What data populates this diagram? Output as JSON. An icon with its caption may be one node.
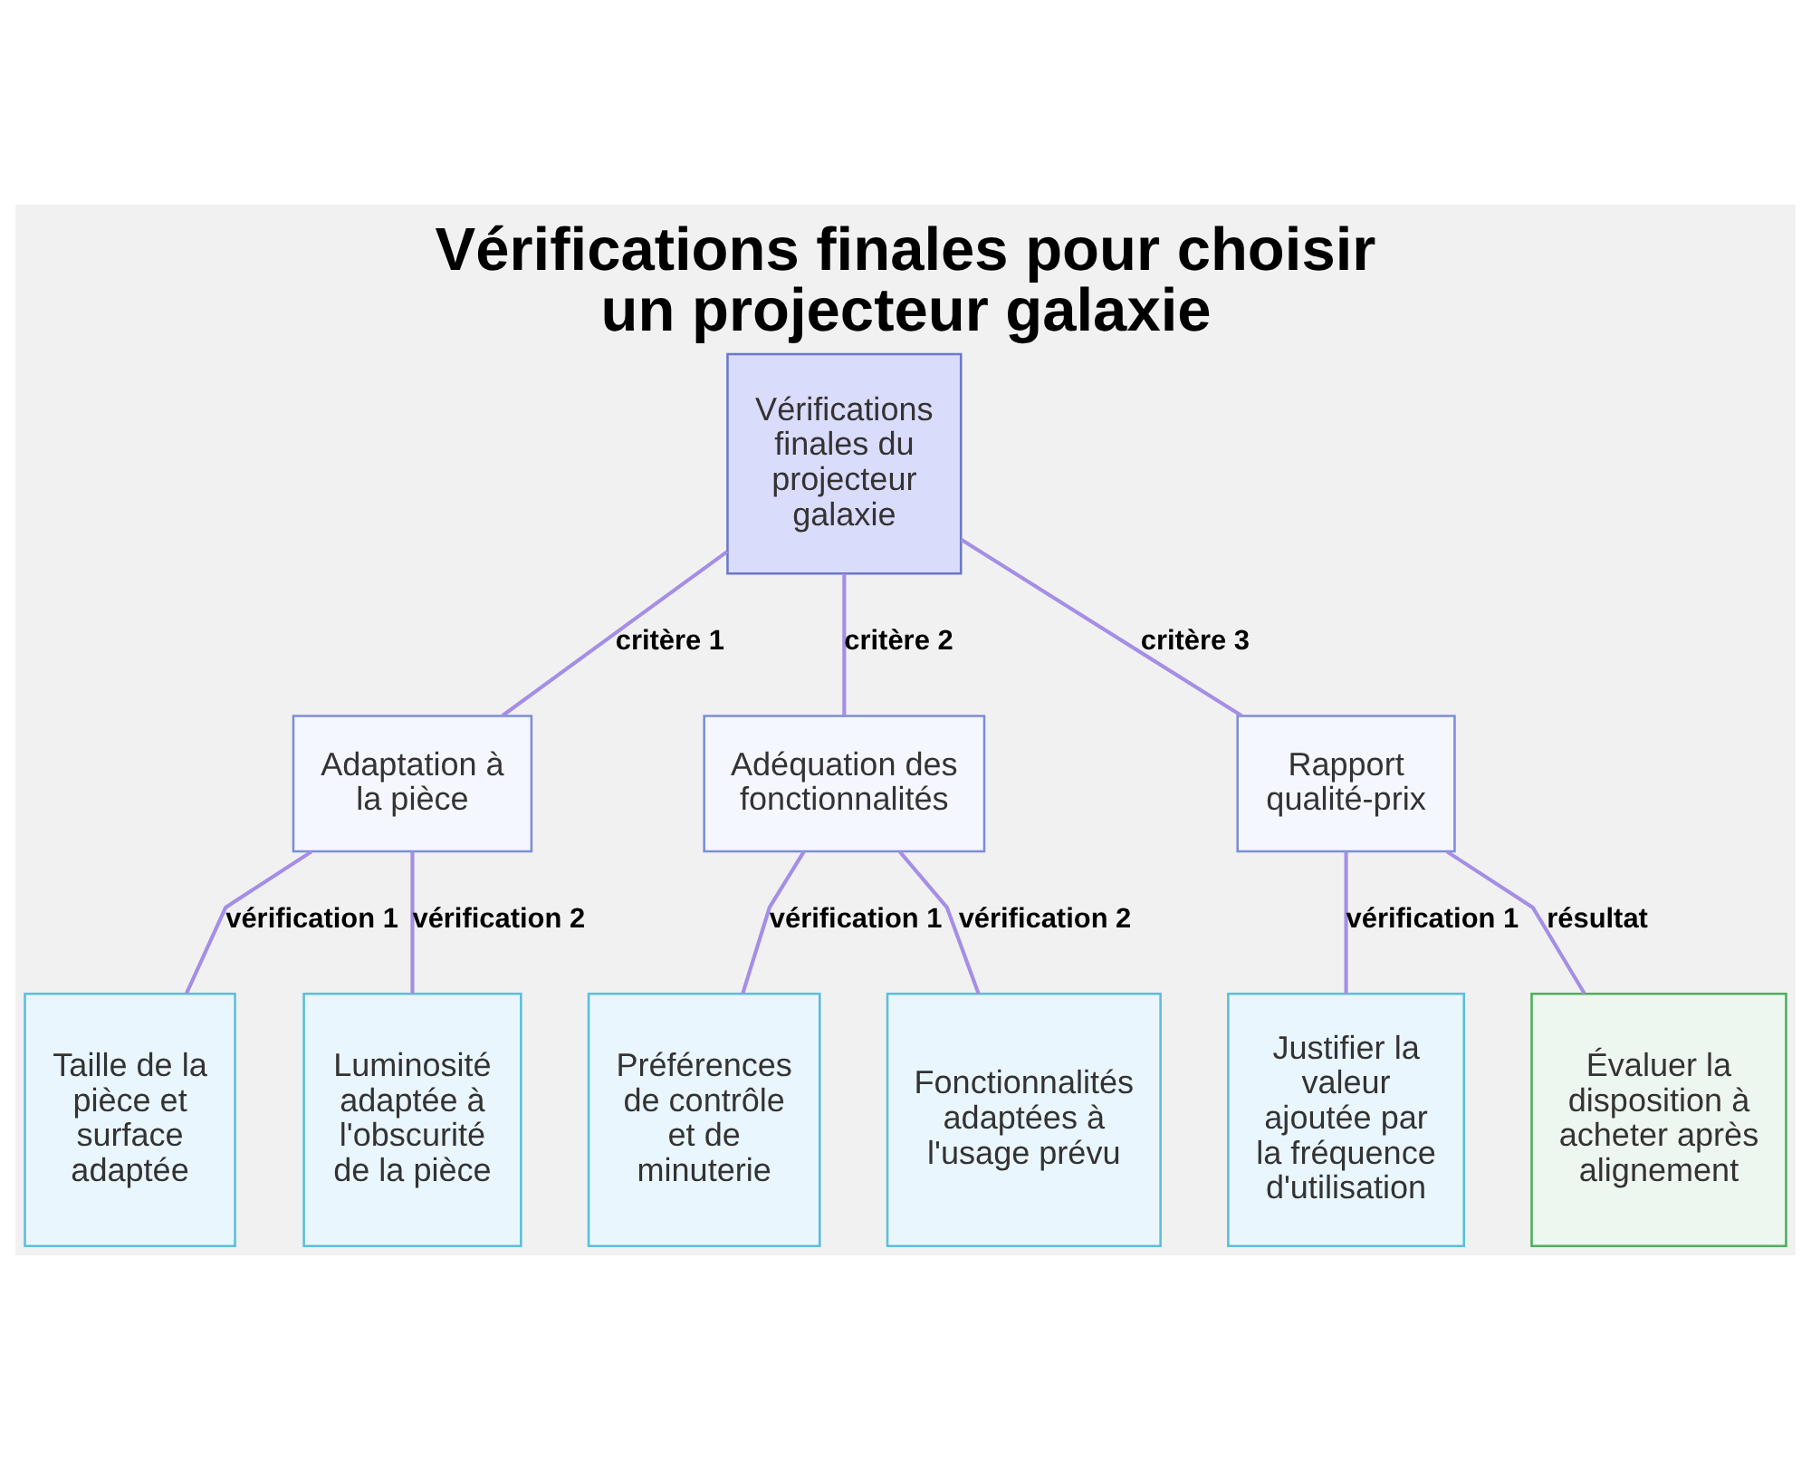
{
  "diagram": {
    "title": "Vérifications finales pour choisir un projecteur galaxie",
    "nodes": [
      {
        "text": [
          "Vérifications finales du projecteur galaxie"
        ]
      },
      {
        "text": [
          "Adaptation à la pièce"
        ]
      },
      {
        "text": [
          "Adéquation des fonctionnalités"
        ]
      },
      {
        "text": [
          "Rapport qualité-prix"
        ]
      },
      {
        "text": [
          "Taille de la pièce et surface adaptée"
        ]
      },
      {
        "text": [
          "Luminosité adaptée à l'obscurité de la pièce"
        ]
      },
      {
        "text": [
          "Préférences de contrôle et de minuterie"
        ]
      },
      {
        "text": [
          "Fonctionnalités adaptées à l'usage prévu"
        ]
      },
      {
        "text": [
          "Justifier la valeur ajoutée par la fréquence d'utilisation"
        ]
      },
      {
        "text": [
          "Évaluer la disposition à acheter après alignement"
        ]
      }
    ],
    "edges": [
      {
        "from": 0,
        "to": 1,
        "arrow": "none",
        "label": "critère 1"
      },
      {
        "from": 0,
        "to": 2,
        "arrow": "none",
        "label": "critère 2"
      },
      {
        "from": 0,
        "to": 3,
        "arrow": "none",
        "label": "critère 3"
      },
      {
        "from": 1,
        "to": 4,
        "arrow": "none",
        "label": "vérification 1"
      },
      {
        "from": 1,
        "to": 5,
        "arrow": "none",
        "label": "vérification 2"
      },
      {
        "from": 2,
        "to": 6,
        "arrow": "none",
        "label": "vérification 1"
      },
      {
        "from": 2,
        "to": 7,
        "arrow": "none",
        "label": "vérification 2"
      },
      {
        "from": 3,
        "to": 8,
        "arrow": "none",
        "label": "vérification 1"
      },
      {
        "from": 3,
        "to": 9,
        "arrow": "none",
        "label": "résultat"
      }
    ]
  }
}
